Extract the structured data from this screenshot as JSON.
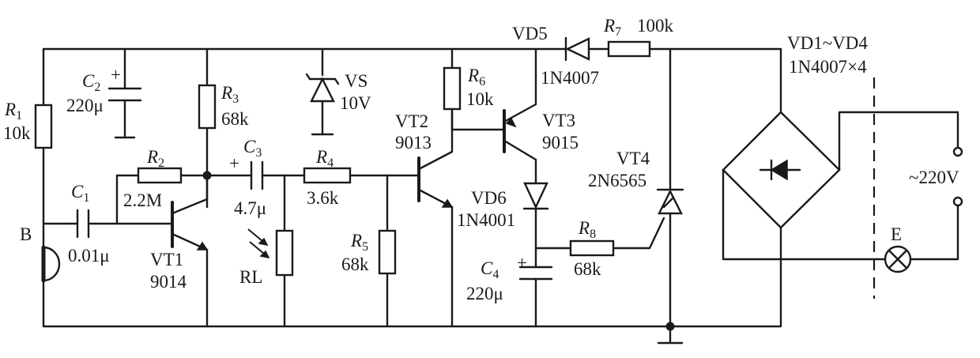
{
  "components": {
    "B": {
      "ref": "B"
    },
    "R1": {
      "sym": "R",
      "idx": "1",
      "value": "10k"
    },
    "C2": {
      "sym": "C",
      "idx": "2",
      "polarity": "+",
      "value": "220μ"
    },
    "R3": {
      "sym": "R",
      "idx": "3",
      "value": "68k"
    },
    "R2": {
      "sym": "R",
      "idx": "2",
      "value": "2.2M"
    },
    "C1": {
      "sym": "C",
      "idx": "1",
      "value": "0.01μ"
    },
    "VT1": {
      "ref": "VT1",
      "part": "9014"
    },
    "C3": {
      "sym": "C",
      "idx": "3",
      "polarity": "+",
      "value": "4.7μ"
    },
    "RL": {
      "ref": "RL"
    },
    "R4": {
      "sym": "R",
      "idx": "4",
      "value": "3.6k"
    },
    "R5": {
      "sym": "R",
      "idx": "5",
      "value": "68k"
    },
    "VS": {
      "ref": "VS",
      "value": "10V"
    },
    "VT2": {
      "ref": "VT2",
      "part": "9013"
    },
    "R6": {
      "sym": "R",
      "idx": "6",
      "value": "10k"
    },
    "VT3": {
      "ref": "VT3",
      "part": "9015"
    },
    "VD5": {
      "ref": "VD5",
      "part": "1N4007"
    },
    "R7": {
      "sym": "R",
      "idx": "7",
      "value": "100k"
    },
    "VD6": {
      "ref": "VD6",
      "part": "1N4001"
    },
    "C4": {
      "sym": "C",
      "idx": "4",
      "polarity": "+",
      "value": "220μ"
    },
    "R8": {
      "sym": "R",
      "idx": "8",
      "value": "68k"
    },
    "VT4": {
      "ref": "VT4",
      "part": "2N6565"
    },
    "BRIDGE": {
      "ref": "VD1~VD4",
      "part": "1N4007×4"
    },
    "E": {
      "ref": "E"
    },
    "AC": {
      "label": "~220V"
    }
  }
}
